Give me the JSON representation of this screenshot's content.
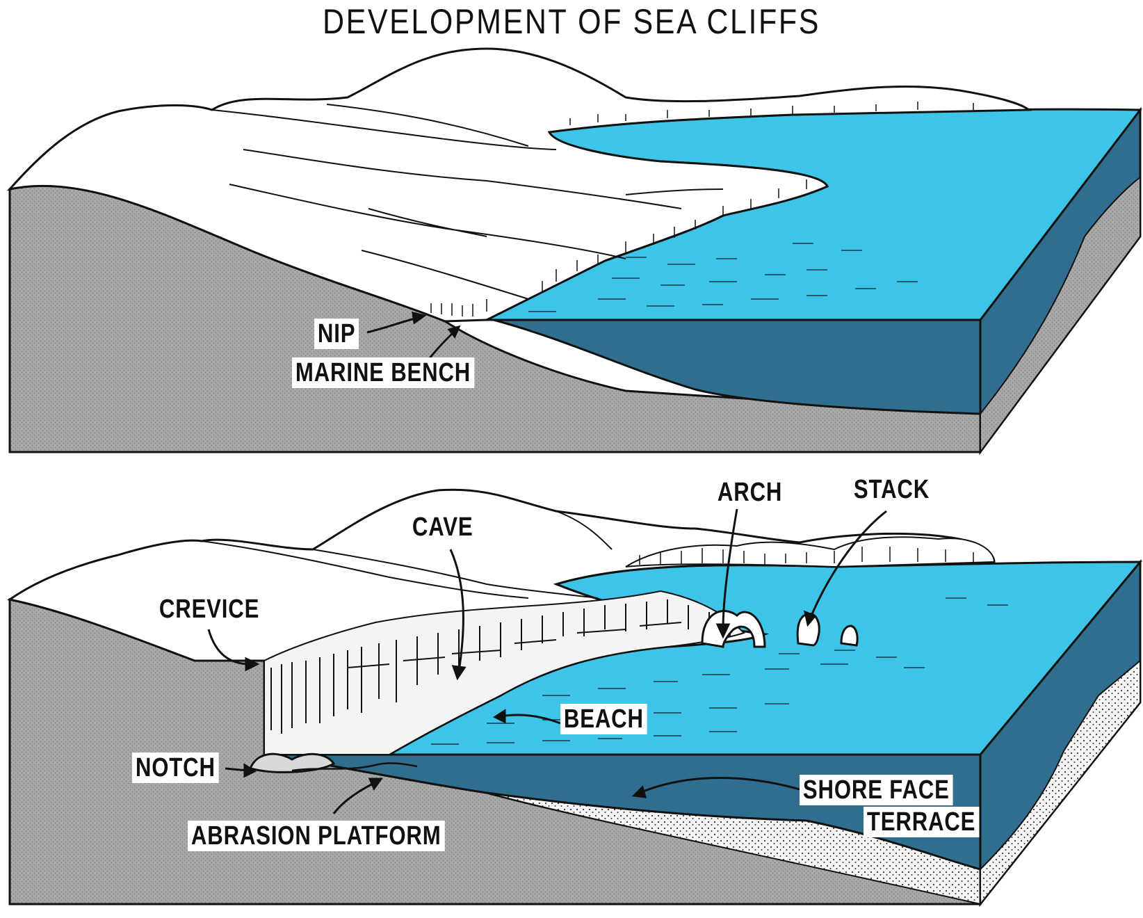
{
  "title": "DEVELOPMENT OF SEA CLIFFS",
  "top_panel": {
    "labels": {
      "nip": "NIP",
      "marine_bench": "MARINE BENCH"
    }
  },
  "bottom_panel": {
    "labels": {
      "arch": "ARCH",
      "stack": "STACK",
      "cave": "CAVE",
      "crevice": "CREVICE",
      "beach": "BEACH",
      "notch": "NOTCH",
      "abrasion_platform": "ABRASION PLATFORM",
      "shore_face": "SHORE FACE",
      "terrace": "TERRACE"
    }
  },
  "colors": {
    "sea_surface": "#3ec4e6",
    "sea_side": "#2f6e8e",
    "land_side": "#a7a7a7",
    "land_top": "#ffffff",
    "outline": "#111111",
    "sand": "#f4f4f4"
  }
}
